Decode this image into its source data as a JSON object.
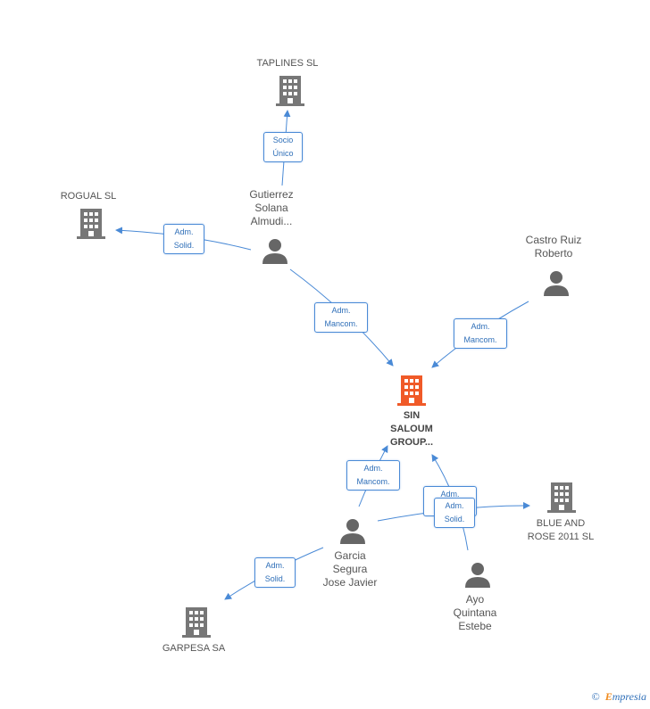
{
  "colors": {
    "edge": "#4a8ad6",
    "person": "#666666",
    "company": "#777777",
    "main_company": "#f05a28"
  },
  "nodes": {
    "main": "SIN\nSALOUM\nGROUP...",
    "taplines": "TAPLINES SL",
    "rogual": "ROGUAL SL",
    "blue_rose": "BLUE AND\nROSE 2011 SL",
    "garpesa": "GARPESA SA",
    "gutierrez": "Gutierrez\nSolana\nAlmudi...",
    "castro": "Castro Ruiz\nRoberto",
    "garcia": "Garcia\nSegura\nJose Javier",
    "ayo": "Ayo\nQuintana\nEstebe"
  },
  "edges": {
    "socio_unico": [
      "Socio",
      "Único"
    ],
    "adm_solid": [
      "Adm.",
      "Solid."
    ],
    "adm_mancom": [
      "Adm.",
      "Mancom."
    ]
  },
  "footer": {
    "copyright": "©",
    "brand_initial": "E",
    "brand_rest": "mpresia"
  }
}
